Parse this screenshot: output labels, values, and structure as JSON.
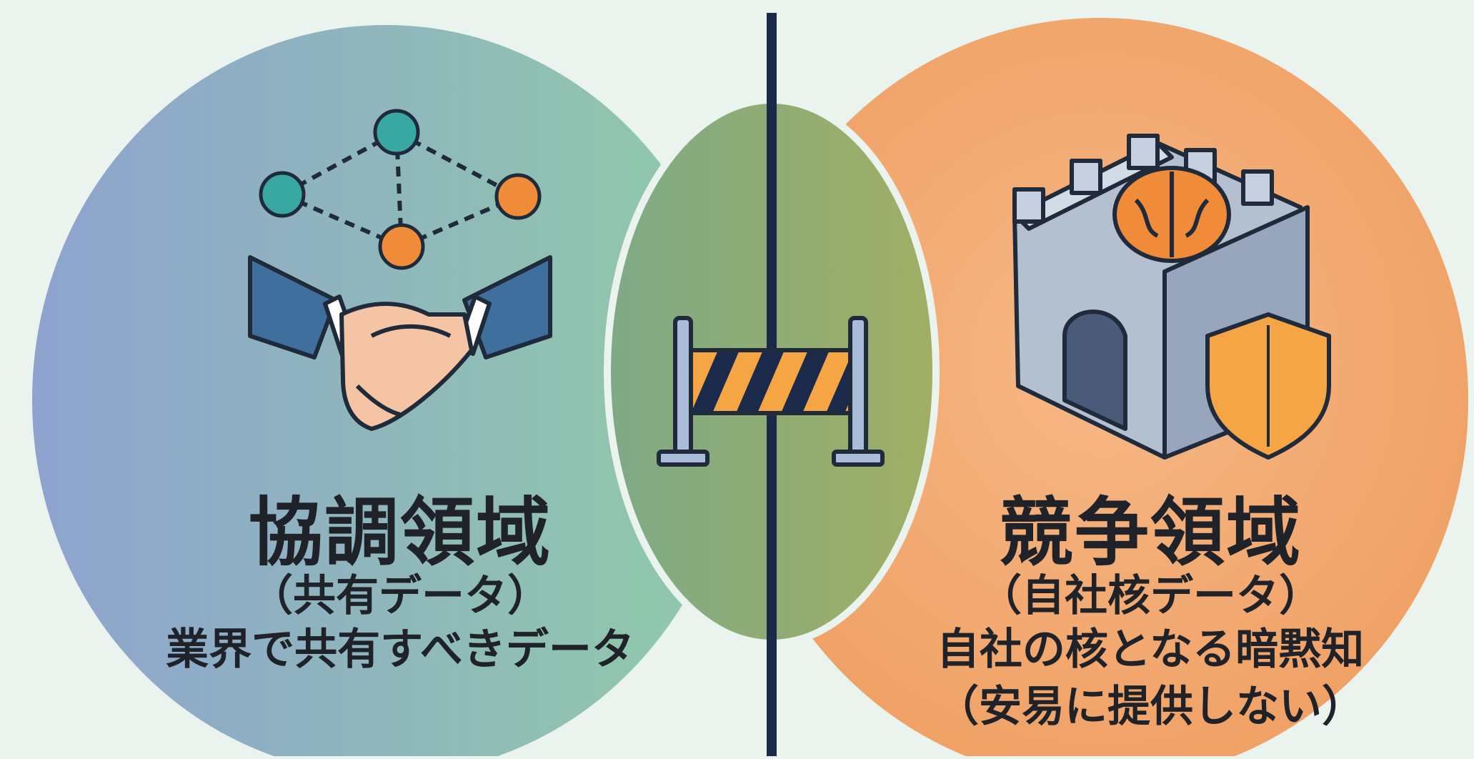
{
  "left": {
    "title": "協調領域",
    "subtitle": "（共有データ）",
    "description": "業界で共有すべきデータ",
    "icons": [
      "network-nodes-icon",
      "handshake-icon"
    ]
  },
  "right": {
    "title": "競争領域",
    "subtitle": "（自社核データ）",
    "description": "自社の核となる暗黙知",
    "note": "（安易に提供しない）",
    "icons": [
      "castle-icon",
      "brain-icon",
      "shield-icon"
    ]
  },
  "center": {
    "icons": [
      "barrier-icon"
    ]
  },
  "colors": {
    "background": "#eaf3ee",
    "left_circle_start": "#8ea3cf",
    "left_circle_end": "#90cba8",
    "right_circle": "#f2ac76",
    "overlap": "#8fb071",
    "divider": "#1b2a4a",
    "node_teal": "#3aa8a2",
    "node_orange": "#f08b3a",
    "castle": "#aeb8c9",
    "barrier_stripe": "#f5a544"
  }
}
